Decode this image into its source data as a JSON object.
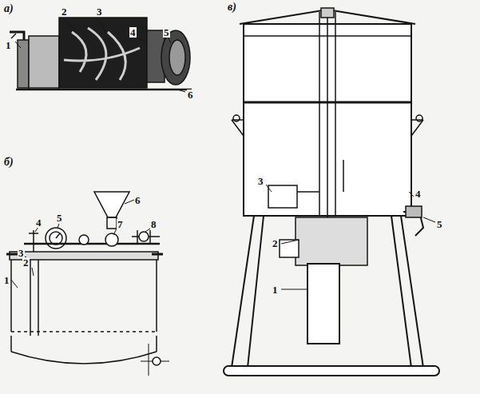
{
  "diagram": {
    "labels": [
      "а)",
      "1",
      "2",
      "3",
      "4",
      "5",
      "6",
      "б)",
      "1",
      "2",
      "3",
      "4",
      "5",
      "6",
      "7",
      "8",
      "в)",
      "1",
      "2",
      "3",
      "4",
      "5"
    ]
  }
}
